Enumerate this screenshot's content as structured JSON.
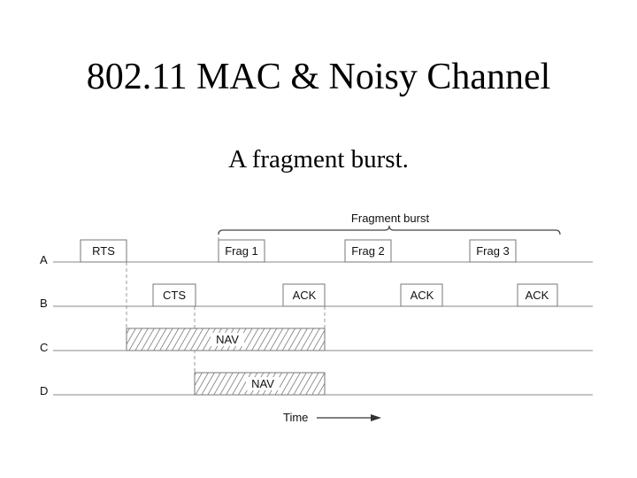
{
  "slide": {
    "title": "802.11 MAC & Noisy Channel",
    "subtitle": "A fragment burst."
  },
  "diagram": {
    "rows": [
      {
        "label": "A"
      },
      {
        "label": "B"
      },
      {
        "label": "C"
      },
      {
        "label": "D"
      }
    ],
    "boxes": [
      {
        "label": "RTS",
        "row": "A"
      },
      {
        "label": "Frag 1",
        "row": "A"
      },
      {
        "label": "Frag 2",
        "row": "A"
      },
      {
        "label": "Frag 3",
        "row": "A"
      },
      {
        "label": "CTS",
        "row": "B"
      },
      {
        "label": "ACK",
        "row": "B"
      },
      {
        "label": "ACK",
        "row": "B"
      },
      {
        "label": "ACK",
        "row": "B"
      },
      {
        "label": "NAV",
        "row": "C",
        "hatched": true
      },
      {
        "label": "NAV",
        "row": "D",
        "hatched": true
      }
    ],
    "fragment_burst_label": "Fragment burst",
    "time_label": "Time"
  }
}
